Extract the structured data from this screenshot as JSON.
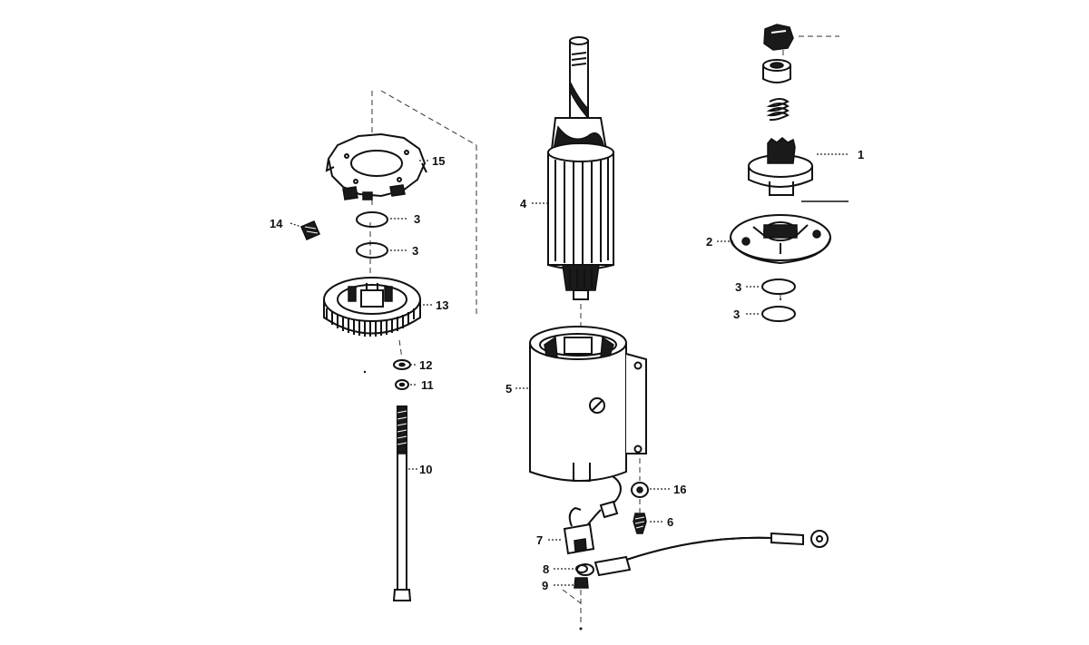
{
  "callouts": {
    "c1": "1",
    "c2": "2",
    "c3a": "3",
    "c3b": "3",
    "c3c": "3",
    "c3d": "3",
    "c4": "4",
    "c5": "5",
    "c6": "6",
    "c7": "7",
    "c8": "8",
    "c9": "9",
    "c10": "10",
    "c11": "11",
    "c12": "12",
    "c13": "13",
    "c14": "14",
    "c15": "15",
    "c16": "16"
  }
}
